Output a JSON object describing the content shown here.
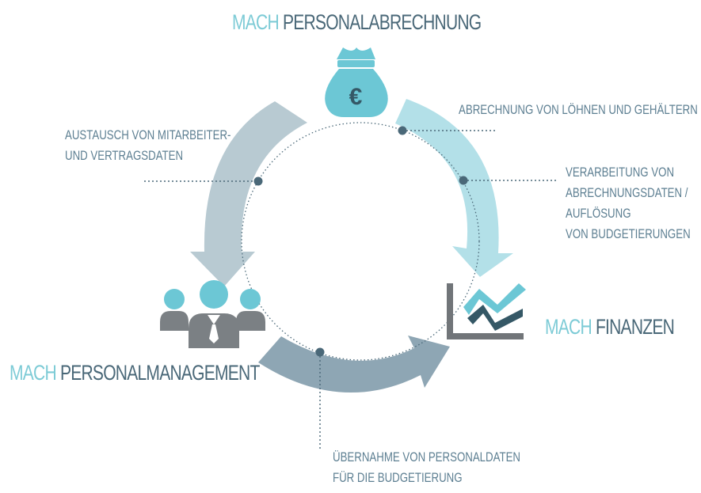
{
  "colors": {
    "accent": "#7dcbd6",
    "dark_slate": "#4a6878",
    "text_slate": "#5d7f92",
    "arrow_left": "#b8cad2",
    "arrow_right": "#b3e0e8",
    "arrow_bottom": "#8ea6b4",
    "people_gray": "#7b8084",
    "people_accent": "#6cc7d5",
    "chart_axis": "#717579",
    "chart_dark": "#355866"
  },
  "nodes": {
    "top": {
      "brand": "MACH",
      "name": "PERSONALABRECHNUNG",
      "icon": "money-bag-euro-icon",
      "icon_symbol": "€"
    },
    "right": {
      "brand": "MACH",
      "name": "FINANZEN",
      "icon": "line-chart-icon"
    },
    "left": {
      "brand": "MACH",
      "name": "PERSONALMANAGEMENT",
      "icon": "people-group-icon"
    }
  },
  "callouts": {
    "left_top": {
      "lines": [
        "AUSTAUSCH VON MITARBEITER-",
        "UND VERTRAGSDATEN"
      ]
    },
    "right_top": {
      "lines": [
        "ABRECHNUNG VON LÖHNEN UND GEHÄLTERN"
      ]
    },
    "right_mid": {
      "lines": [
        "VERARBEITUNG VON",
        "ABRECHNUNGSDATEN /",
        "AUFLÖSUNG",
        "VON BUDGETIERUNGEN"
      ]
    },
    "bottom": {
      "lines": [
        "ÜBERNAHME VON PERSONALDATEN",
        "FÜR DIE BUDGETIERUNG"
      ]
    }
  }
}
